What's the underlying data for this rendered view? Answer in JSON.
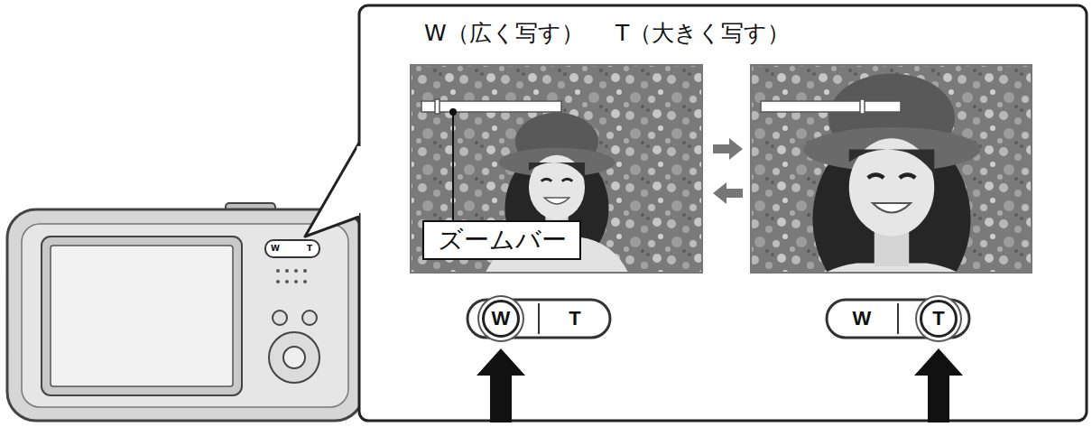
{
  "diagram": {
    "nodes": [
      {
        "text": [
          "ズームバー"
        ]
      },
      {
        "text": [
          "W"
        ]
      },
      {
        "text": [
          "T"
        ]
      },
      {
        "text": [
          "W"
        ]
      },
      {
        "text": [
          "T"
        ]
      }
    ],
    "labels": [
      "W（広く写す）",
      "T（大きく写す）",
      "W",
      "T"
    ]
  }
}
